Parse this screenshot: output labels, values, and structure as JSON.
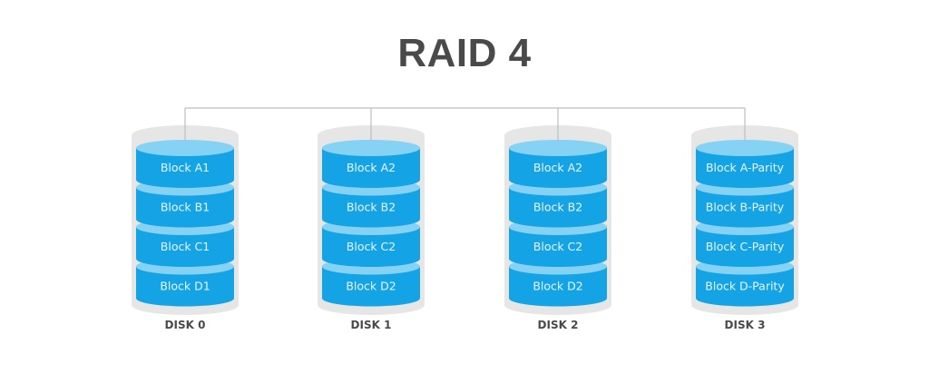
{
  "title": "RAID 4",
  "colors": {
    "block_side": "#14a4e6",
    "block_top": "#86d2f5",
    "shell": "#e6e6e6",
    "connector": "#bdbdbd",
    "title": "#4a4a4a",
    "block_text": "#e8f6fd"
  },
  "disks": [
    {
      "label": "DISK 0",
      "blocks": [
        "Block A1",
        "Block B1",
        "Block C1",
        "Block D1"
      ]
    },
    {
      "label": "DISK 1",
      "blocks": [
        "Block A2",
        "Block B2",
        "Block C2",
        "Block D2"
      ]
    },
    {
      "label": "DISK 2",
      "blocks": [
        "Block A2",
        "Block B2",
        "Block C2",
        "Block D2"
      ]
    },
    {
      "label": "DISK 3",
      "blocks": [
        "Block A-Parity",
        "Block B-Parity",
        "Block C-Parity",
        "Block D-Parity"
      ]
    }
  ]
}
